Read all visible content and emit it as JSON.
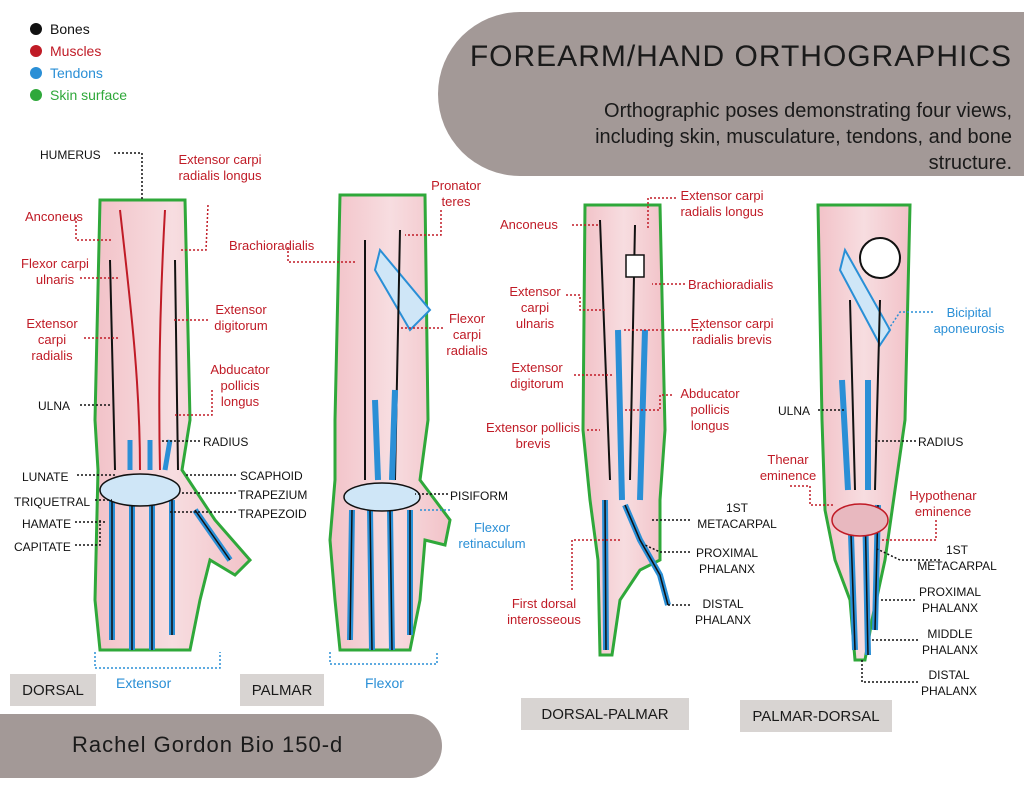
{
  "legend": [
    {
      "label": "Bones",
      "color": "#111111"
    },
    {
      "label": "Muscles",
      "color": "#c01b26"
    },
    {
      "label": "Tendons",
      "color": "#2a8fd6"
    },
    {
      "label": "Skin surface",
      "color": "#2fa83a"
    }
  ],
  "header": {
    "title": "FOREARM/HAND ORTHOGRAPHICS",
    "subtitle": "Orthographic poses demonstrating four views, including skin, musculature, tendons, and bone structure."
  },
  "footer": {
    "author": "Rachel Gordon Bio 150-d"
  },
  "views": {
    "dorsal": "DORSAL",
    "palmar": "PALMAR",
    "dorsal_palmar": "DORSAL-PALMAR",
    "palmar_dorsal": "PALMAR-DORSAL",
    "extensor": "Extensor",
    "flexor": "Flexor"
  },
  "labels": {
    "humerus": "HUMERUS",
    "ecrl": "Extensor carpi radialis longus",
    "anconeus": "Anconeus",
    "fcu": "Flexor carpi ulnaris",
    "ed": "Extensor digitorum",
    "ecr": "Extensor carpi radialis",
    "apl": "Abducator pollicis longus",
    "ulna": "ULNA",
    "radius": "RADIUS",
    "lunate": "LUNATE",
    "triquetral": "TRIQUETRAL",
    "hamate": "HAMATE",
    "capitate": "CAPITATE",
    "scaphoid": "SCAPHOID",
    "trapezium": "TRAPEZIUM",
    "trapezoid": "TRAPEZOID",
    "pronator": "Pronator teres",
    "brachio": "Brachioradialis",
    "fcr": "Flexor carpi radialis",
    "pisiform": "PISIFORM",
    "flexret": "Flexor retinaculum",
    "anconeus2": "Anconeus",
    "ecrl2": "Extensor carpi radialis longus",
    "brachio2": "Brachioradialis",
    "ecu": "Extensor carpi ulnaris",
    "ecrb": "Extensor carpi radialis brevis",
    "ed2": "Extensor digitorum",
    "apl2": "Abducator pollicis longus",
    "epb": "Extensor pollicis brevis",
    "meta1": "1ST METACARPAL",
    "prox": "PROXIMAL PHALANX",
    "distal": "DISTAL PHALANX",
    "fdi": "First dorsal interosseous",
    "bicipital": "Bicipital aponeurosis",
    "ulna2": "ULNA",
    "radius2": "RADIUS",
    "thenar": "Thenar eminence",
    "hypothenar": "Hypothenar eminence",
    "meta1b": "1ST METACARPAL",
    "prox2": "PROXIMAL PHALANX",
    "middle": "MIDDLE PHALANX",
    "distal2": "DISTAL PHALANX"
  }
}
